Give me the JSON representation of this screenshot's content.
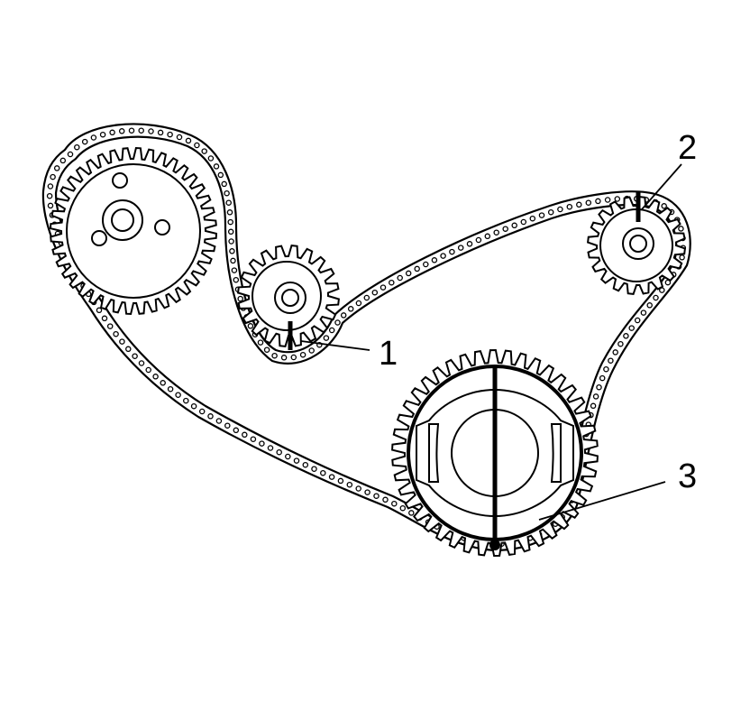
{
  "diagram": {
    "colors": {
      "line": "#000000",
      "background": "#ffffff"
    },
    "callouts": [
      {
        "id": "1",
        "label": "1"
      },
      {
        "id": "2",
        "label": "2"
      },
      {
        "id": "3",
        "label": "3"
      }
    ],
    "components": [
      {
        "name": "left-sprocket",
        "teeth": 40
      },
      {
        "name": "idler-sprocket-1",
        "teeth": 20
      },
      {
        "name": "idler-sprocket-2",
        "teeth": 20
      },
      {
        "name": "crank-sprocket",
        "teeth": 42
      }
    ]
  }
}
